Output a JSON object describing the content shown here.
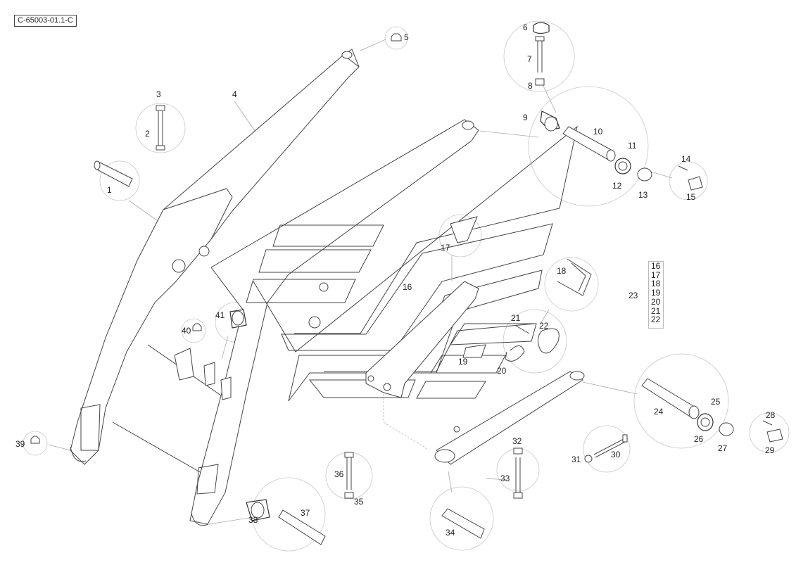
{
  "document_id": "C-65003-01.1-C",
  "group_label": "23",
  "group_items": [
    "16",
    "17",
    "18",
    "19",
    "20",
    "21",
    "22"
  ],
  "callouts": [
    "1",
    "2",
    "3",
    "4",
    "5",
    "6",
    "7",
    "8",
    "9",
    "10",
    "11",
    "12",
    "13",
    "14",
    "15",
    "16",
    "17",
    "18",
    "19",
    "20",
    "21",
    "22",
    "23",
    "24",
    "25",
    "26",
    "27",
    "28",
    "29",
    "30",
    "31",
    "32",
    "33",
    "34",
    "35",
    "36",
    "37",
    "38",
    "39",
    "40",
    "41"
  ]
}
